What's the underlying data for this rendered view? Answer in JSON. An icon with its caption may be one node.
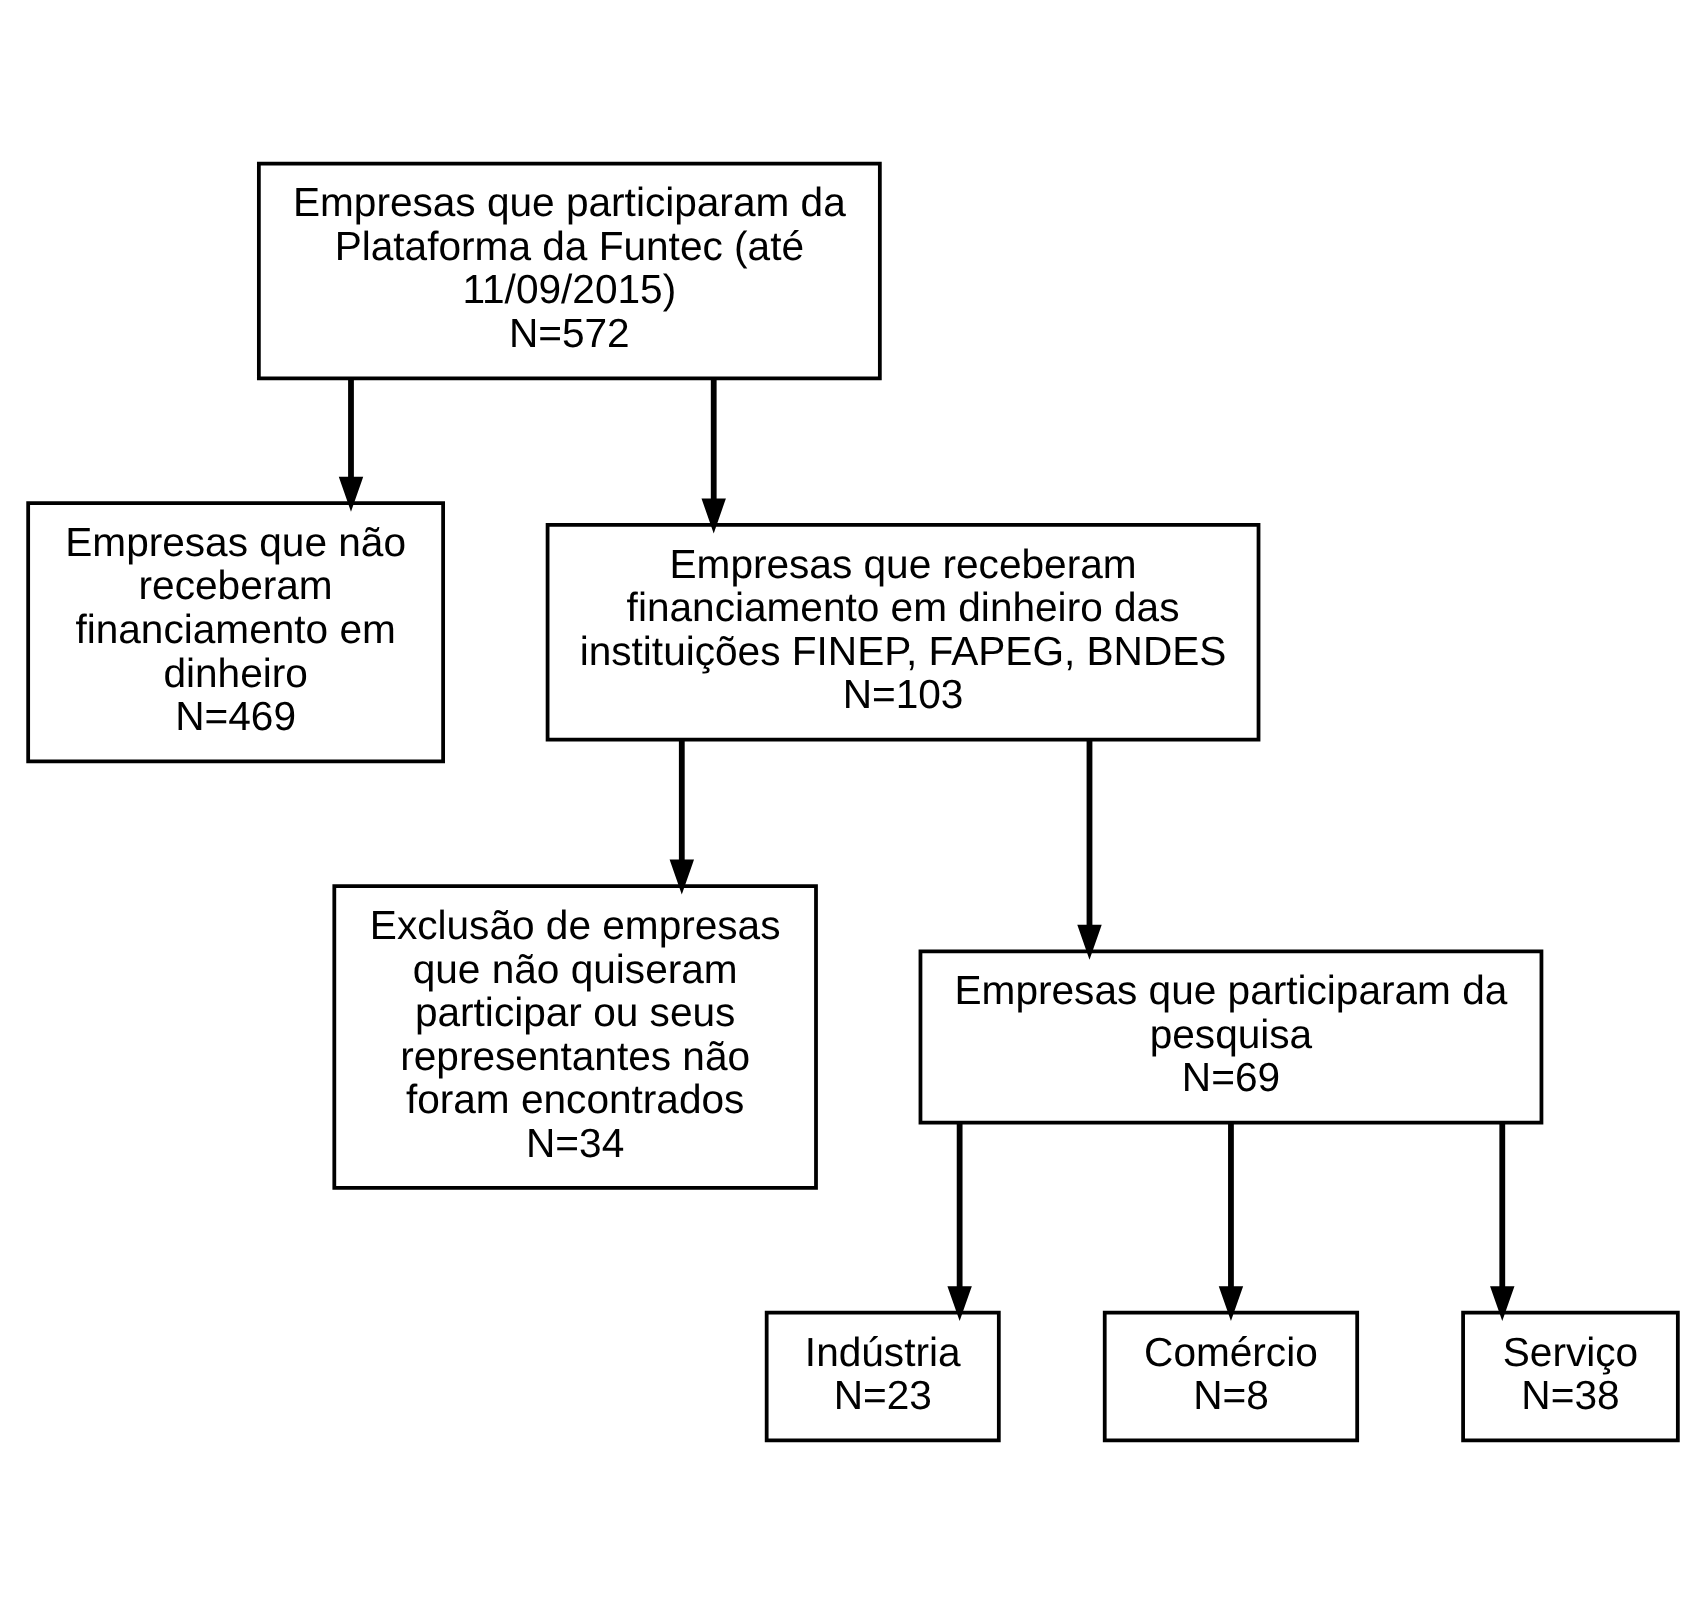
{
  "diagram": {
    "nodes": [
      {
        "text": [
          "Empresas que participaram da Plataforma da Funtec (até 11/09/2015)",
          "N=572"
        ]
      },
      {
        "text": [
          "Empresas que não receberam financiamento em dinheiro",
          "N=469"
        ]
      },
      {
        "text": [
          "Empresas que receberam financiamento em dinheiro das instituições FINEP, FAPEG, BNDES",
          "N=103"
        ]
      },
      {
        "text": [
          "Exclusão de empresas que não quiseram participar ou seus representantes não foram encontrados",
          "N=34"
        ]
      },
      {
        "text": [
          "Empresas que participaram da pesquisa",
          "N=69"
        ]
      },
      {
        "text": [
          "Indústria",
          "N=23"
        ]
      },
      {
        "text": [
          "Comércio",
          "N=8"
        ]
      },
      {
        "text": [
          "Serviço",
          "N=38"
        ]
      }
    ],
    "edges": [
      {
        "from": 0,
        "to": 2,
        "arrow": "to"
      },
      {
        "from": 0,
        "to": 1,
        "arrow": "to"
      },
      {
        "from": 2,
        "to": 4,
        "arrow": "to"
      },
      {
        "from": 2,
        "to": 3,
        "arrow": "to"
      },
      {
        "from": 4,
        "to": 5,
        "arrow": "to"
      },
      {
        "from": 4,
        "to": 6,
        "arrow": "to"
      },
      {
        "from": 4,
        "to": 7,
        "arrow": "to"
      }
    ]
  }
}
